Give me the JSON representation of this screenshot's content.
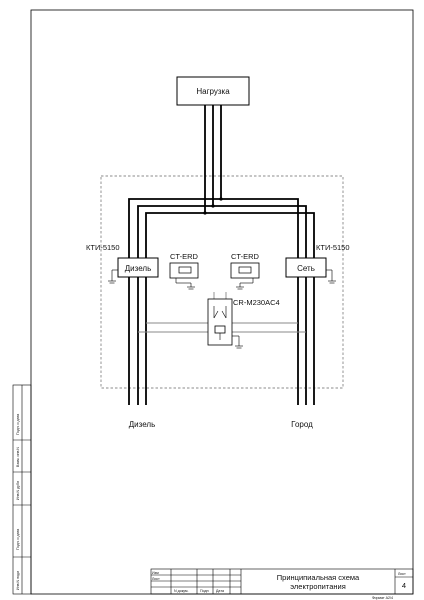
{
  "diagram": {
    "load_label": "Нагрузка",
    "left_panel_label": "КТИ-5150",
    "right_panel_label": "КТИ-5150",
    "diesel_breaker_label": "Дизель",
    "grid_breaker_label": "Сеть",
    "left_ct_label": "CT-ERD",
    "right_ct_label": "CT-ERD",
    "relay_label": "CR-M230AC4",
    "bottom_left_label": "Дизель",
    "bottom_right_label": "Город"
  },
  "title_block": {
    "title_line1": "Принципиальная схема",
    "title_line2": "электропитания",
    "format_note": "Формат А2/4",
    "sheet_header": "Лист",
    "sheet_number": "4",
    "col_izm": "Изм",
    "col_list": "Лист",
    "col_doc": "N докум.",
    "col_sign": "Подп",
    "col_date": "Дата"
  },
  "side_stamp": {
    "row1": "Подп. и дата",
    "row2": "Взам. инв.N",
    "row3": "Инв.N дубл",
    "row4": "Подп. и дата",
    "row5": "Инв.N подл"
  }
}
